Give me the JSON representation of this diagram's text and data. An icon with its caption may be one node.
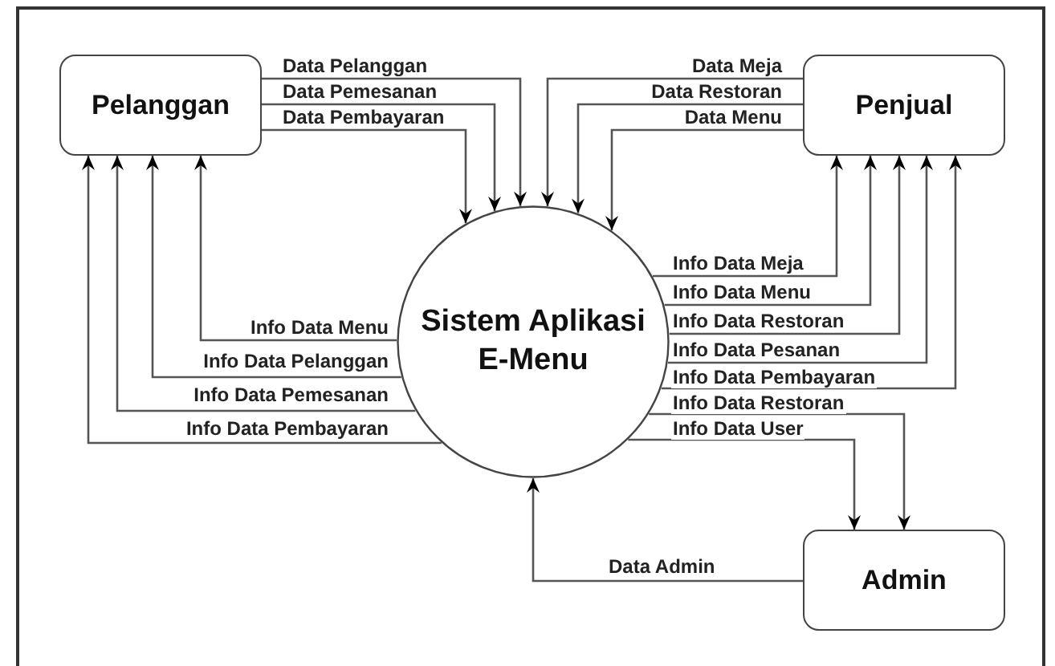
{
  "diagram": {
    "nodes": [
      {
        "text": [
          "Pelanggan"
        ]
      },
      {
        "text": [
          "Penjual"
        ]
      },
      {
        "text": [
          "Sistem Aplikasi E-Menu"
        ]
      },
      {
        "text": [
          "Admin"
        ]
      }
    ],
    "edges": [
      {
        "from": 0,
        "to": 2,
        "arrow": "to",
        "label": "Data Pelanggan"
      },
      {
        "from": 0,
        "to": 2,
        "arrow": "to",
        "label": "Data Pemesanan"
      },
      {
        "from": 0,
        "to": 2,
        "arrow": "to",
        "label": "Data Pembayaran"
      },
      {
        "from": 1,
        "to": 2,
        "arrow": "to",
        "label": "Data Meja"
      },
      {
        "from": 1,
        "to": 2,
        "arrow": "to",
        "label": "Data Restoran"
      },
      {
        "from": 1,
        "to": 2,
        "arrow": "to",
        "label": "Data Menu"
      },
      {
        "from": 2,
        "to": 0,
        "arrow": "to",
        "label": "Info Data Menu"
      },
      {
        "from": 2,
        "to": 0,
        "arrow": "to",
        "label": "Info Data Pelanggan"
      },
      {
        "from": 2,
        "to": 0,
        "arrow": "to",
        "label": "Info Data Pemesanan"
      },
      {
        "from": 2,
        "to": 0,
        "arrow": "to",
        "label": "Info Data Pembayaran"
      },
      {
        "from": 2,
        "to": 1,
        "arrow": "to",
        "label": "Info Data Meja"
      },
      {
        "from": 2,
        "to": 1,
        "arrow": "to",
        "label": "Info Data Menu"
      },
      {
        "from": 2,
        "to": 1,
        "arrow": "to",
        "label": "Info Data Restoran"
      },
      {
        "from": 2,
        "to": 1,
        "arrow": "to",
        "label": "Info Data Pesanan"
      },
      {
        "from": 2,
        "to": 1,
        "arrow": "to",
        "label": "Info Data Pembayaran"
      },
      {
        "from": 2,
        "to": 3,
        "arrow": "to",
        "label": "Info Data Restoran"
      },
      {
        "from": 2,
        "to": 3,
        "arrow": "to",
        "label": "Info Data User"
      },
      {
        "from": 3,
        "to": 2,
        "arrow": "to",
        "label": "Data Admin"
      }
    ]
  }
}
